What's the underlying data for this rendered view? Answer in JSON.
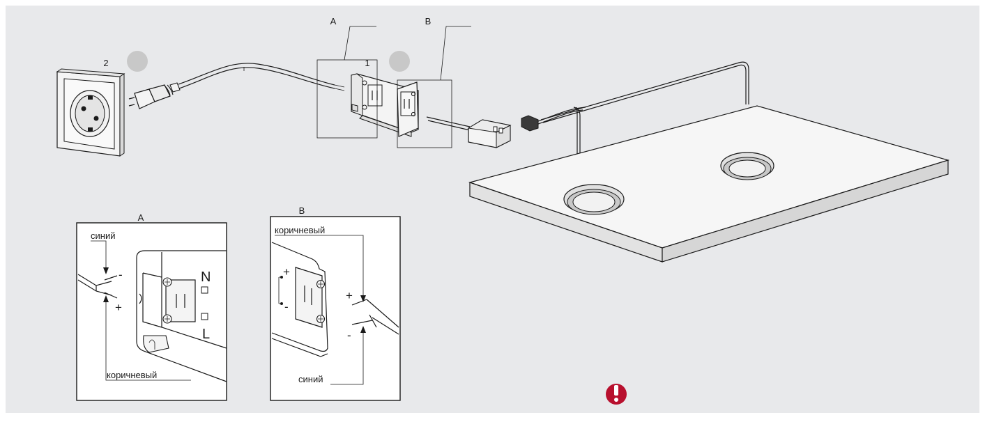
{
  "colors": {
    "background": "#e8e9eb",
    "line": "#1a1a1a",
    "device_fill": "#f4f4f4",
    "marker_circle": "#c8c8c8",
    "warning": "#b8102e"
  },
  "labels": {
    "callout_a": "A",
    "callout_b": "B",
    "step_1": "1",
    "step_2": "2"
  },
  "detail_a": {
    "title": "A",
    "blue_wire": "синий",
    "brown_wire": "коричневый",
    "minus": "-",
    "plus": "+",
    "neutral": "N",
    "live": "L"
  },
  "detail_b": {
    "title": "B",
    "brown_wire": "коричневый",
    "blue_wire": "синий",
    "plus": "+",
    "minus": "-",
    "terminal_plus": "+",
    "terminal_minus": "-"
  },
  "icons": {
    "warning": "exclamation-circle-icon"
  }
}
